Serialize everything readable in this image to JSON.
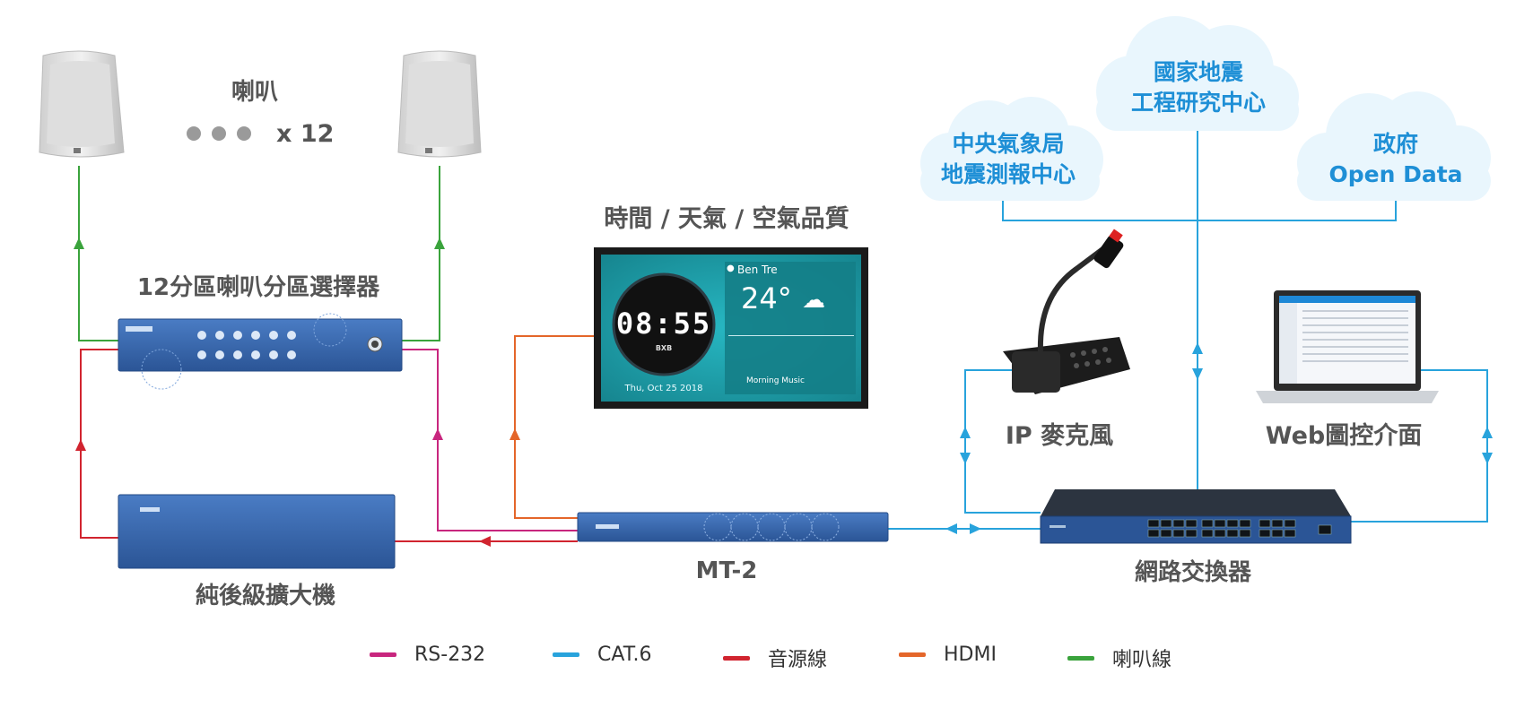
{
  "colors": {
    "rs232": "#c8267e",
    "cat6": "#28a3dc",
    "audio": "#d1242f",
    "hdmi": "#e4662a",
    "speaker": "#3aa33c",
    "device_blue": "#2f5fa5",
    "cloud_fill": "#e9f6fd",
    "cloud_text": "#1e8fd6",
    "label_gray": "#555555"
  },
  "speakers": {
    "label": "喇叭",
    "count": "x 12"
  },
  "devices": {
    "zone_selector": "12分區喇叭分區選擇器",
    "amplifier": "純後級擴大機",
    "mt2": "MT-2",
    "switch": "網路交換器",
    "ip_mic": "IP 麥克風",
    "web_ui": "Web圖控介面",
    "display_title": "時間 / 天氣 / 空氣品質"
  },
  "screen": {
    "clock": "08:55",
    "brand": "BXB",
    "date": "Thu, Oct 25 2018",
    "city": "Ben Tre",
    "temperature": "24°",
    "music": "Morning Music"
  },
  "clouds": [
    {
      "line1": "中央氣象局",
      "line2": "地震測報中心"
    },
    {
      "line1": "國家地震",
      "line2": "工程研究中心"
    },
    {
      "line1": "政府",
      "line2": "Open Data"
    }
  ],
  "legend": [
    {
      "label": "RS-232",
      "color": "#c8267e"
    },
    {
      "label": "CAT.6",
      "color": "#28a3dc"
    },
    {
      "label": "音源線",
      "color": "#d1242f"
    },
    {
      "label": "HDMI",
      "color": "#e4662a"
    },
    {
      "label": "喇叭線",
      "color": "#3aa33c"
    }
  ]
}
